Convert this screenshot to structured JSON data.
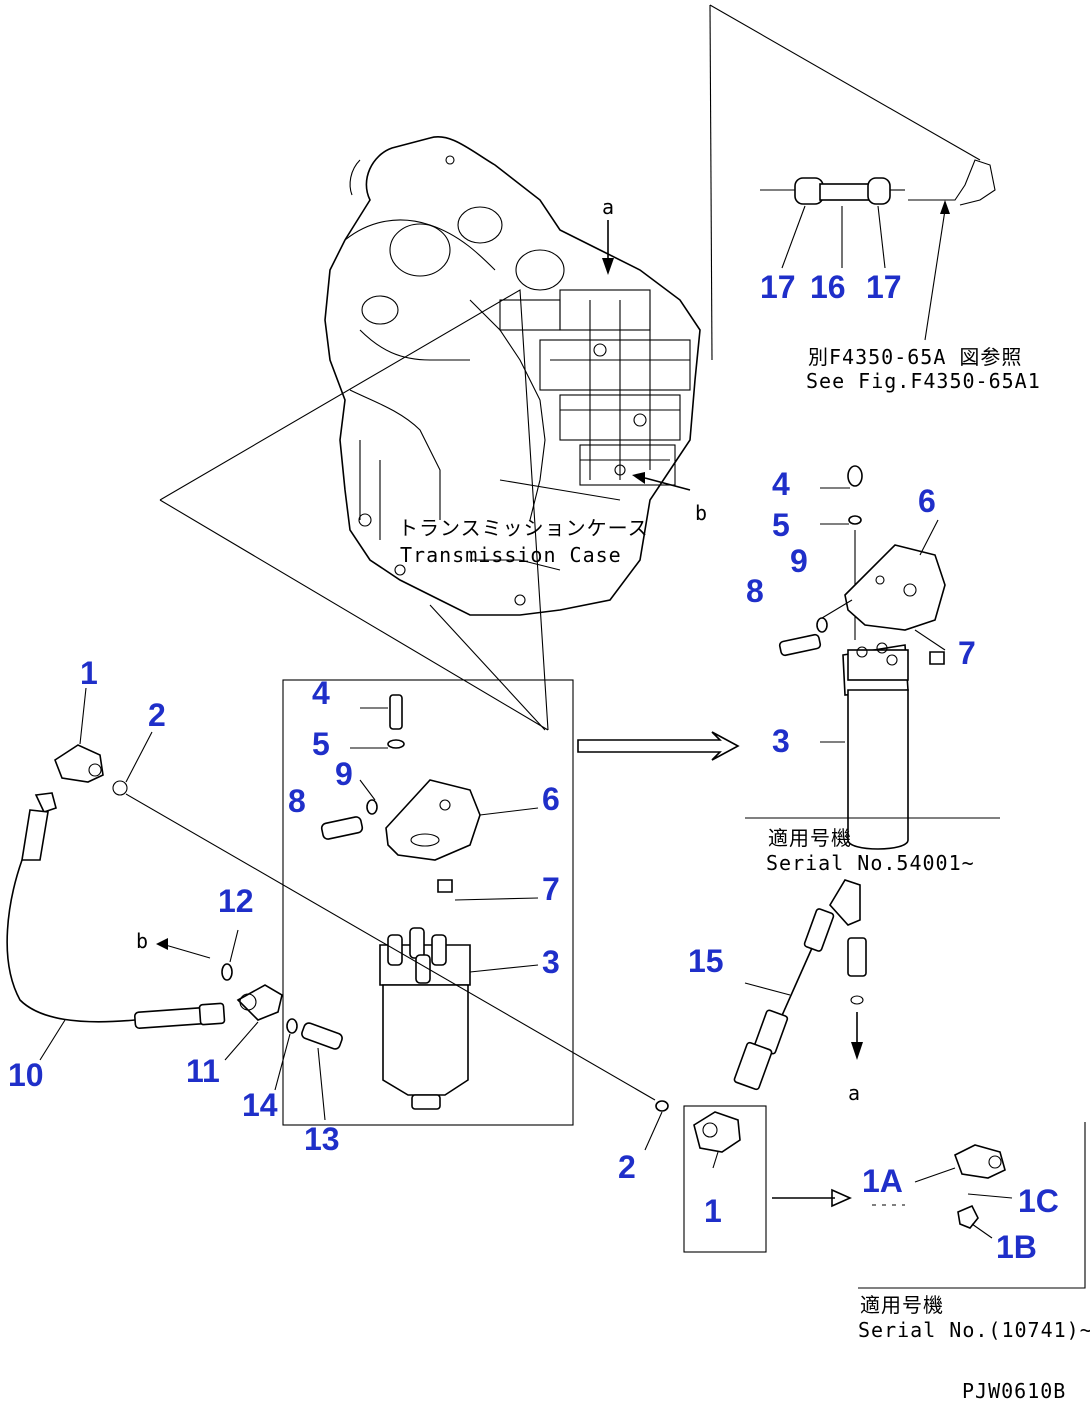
{
  "drawing_code": "PJW0610B",
  "callouts": {
    "c1a": "1",
    "c2a": "2",
    "c3a": "3",
    "c4a": "4",
    "c5a": "5",
    "c6a": "6",
    "c7a": "7",
    "c8a": "8",
    "c9a": "9",
    "c10": "10",
    "c11": "11",
    "c12": "12",
    "c13": "13",
    "c14": "14",
    "c15": "15",
    "c16": "16",
    "c17a": "17",
    "c17b": "17",
    "c4b": "4",
    "c5b": "5",
    "c6b": "6",
    "c7b": "7",
    "c8b": "8",
    "c9b": "9",
    "c3b": "3",
    "c2b": "2",
    "c1b": "1",
    "c1A": "1A",
    "c1B": "1B",
    "c1C": "1C"
  },
  "letters": {
    "a_top": "a",
    "b_right": "b",
    "b_left": "b",
    "a_bottom": "a"
  },
  "notes": {
    "see_fig_jp": "別F4350-65A 図参照",
    "see_fig_en": "See Fig.F4350-65A1",
    "transmission_jp": "トランスミッションケース",
    "transmission_en": "Transmission Case",
    "serial_jp_1": "適用号機",
    "serial_en_1": "Serial No.54001~",
    "serial_jp_2": "適用号機",
    "serial_en_2": "Serial No.(10741)~"
  }
}
